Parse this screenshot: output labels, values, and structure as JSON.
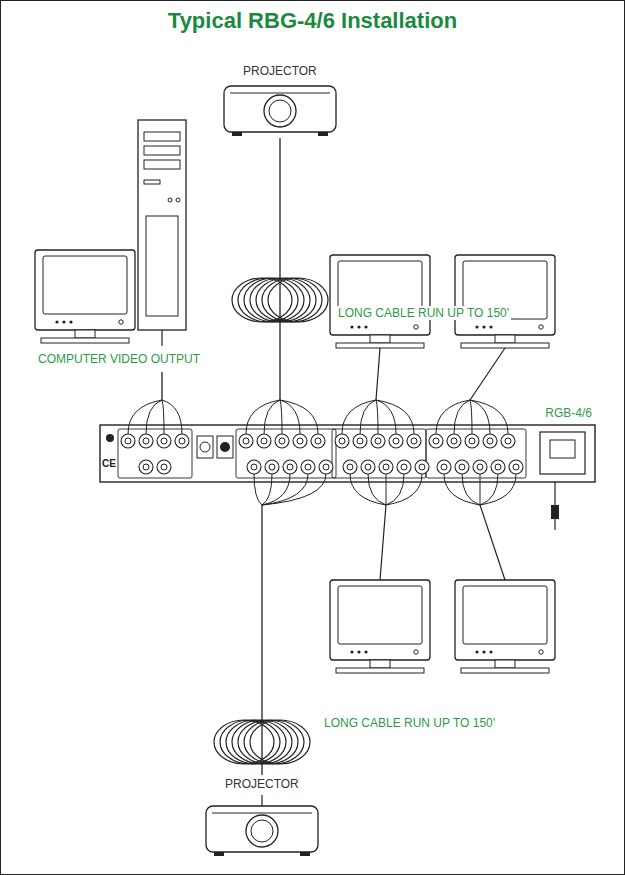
{
  "diagram": {
    "title": "Typical RBG-4/6 Installation",
    "nodes": [
      {
        "text": [
          "PROJECTOR"
        ]
      },
      {
        "text": [
          "COMPUTER VIDEO OUTPUT"
        ]
      },
      {
        "text": [
          "RGB-4/6"
        ]
      },
      {
        "text": [
          "PROJECTOR"
        ]
      }
    ],
    "edges": [
      {
        "from": 2,
        "to": 0,
        "arrow": "none"
      },
      {
        "from": 1,
        "to": 2,
        "arrow": "none"
      },
      {
        "from": 2,
        "to": 3,
        "arrow": "none"
      }
    ],
    "labels": [
      "LONG CABLE RUN UP TO 150'",
      "CE",
      "LONG CABLE RUN UP TO 150'"
    ]
  }
}
